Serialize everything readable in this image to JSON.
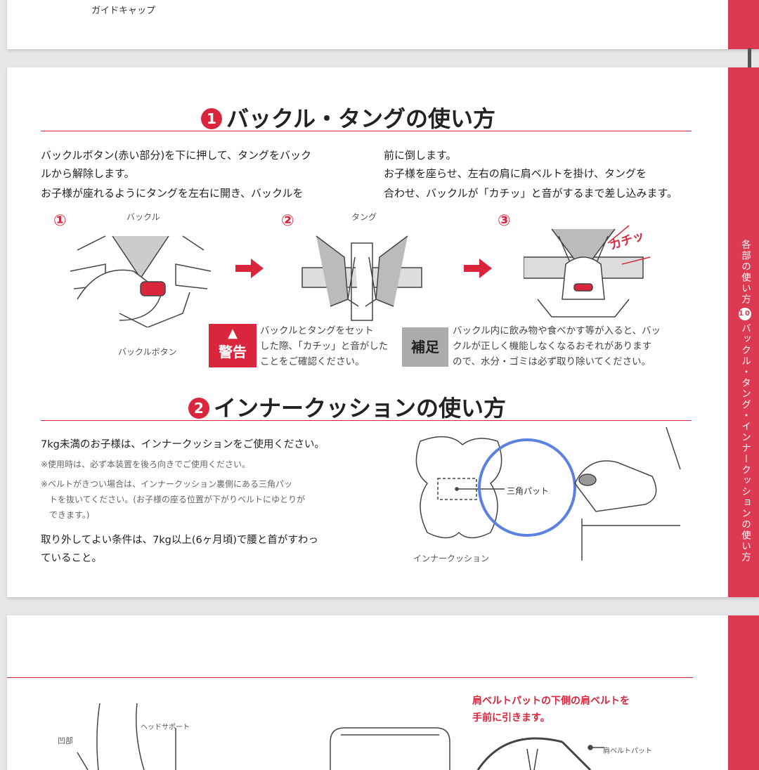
{
  "top_page": {
    "label": "ガイドキャップ"
  },
  "sidebar_tab": {
    "section": "各部の使い方",
    "chapter": "10",
    "title": "バックル・タング・インナークッションの使い方"
  },
  "section1": {
    "number": "1",
    "title": "バックル・タングの使い方",
    "left_text": [
      "バックルボタン(赤い部分)を下に押して、タングをバック",
      "ルから解除します。",
      "お子様が座れるようにタングを左右に開き、バックルを"
    ],
    "right_text": [
      "前に倒します。",
      "お子様を座らせ、左右の肩に肩ベルトを掛け、タングを",
      "合わせ、バックルが「カチッ」と音がするまで差し込みます。"
    ],
    "steps": [
      "①",
      "②",
      "③"
    ],
    "labels": {
      "buckle": "バックル",
      "tongue": "タング",
      "buckle_button": "バックルボタン",
      "click": "カチッ"
    },
    "warning": {
      "badge": "警告",
      "lines": [
        "バックルとタングをセット",
        "した際、「カチッ」と音がした",
        "ことをご確認ください。"
      ]
    },
    "supplement": {
      "badge": "補足",
      "lines": [
        "バックル内に飲み物や食べかす等が入ると、バッ",
        "クルが正しく機能しなくなるおそれがあります",
        "ので、水分・ゴミは必ず取り除いてください。"
      ]
    }
  },
  "section2": {
    "number": "2",
    "title": "インナークッションの使い方",
    "main": "7kg未満のお子様は、インナークッションをご使用ください。",
    "notes": [
      "※使用時は、必ず本装置を後ろ向きでご使用ください。",
      "※ベルトがきつい場合は、インナークッション裏側にある三角パッ",
      "　トを抜いてください。(お子様の座る位置が下がりベルトにゆとりが",
      "　できます。)"
    ],
    "condition": [
      "取り外してよい条件は、7kg以上(6ヶ月頃)で腰と首がすわっ",
      "ていること。"
    ],
    "labels": {
      "triangle_pad": "三角パット",
      "inner_cushion": "インナークッション"
    }
  },
  "section3": {
    "instruction": [
      "肩ベルトパットの下側の肩ベルトを",
      "手前に引きます。"
    ],
    "labels": {
      "head_support": "ヘッドサポート",
      "recess": "凹部",
      "shoulder_pad": "肩ベルトパット"
    }
  },
  "colors": {
    "accent": "#d9263c",
    "tab": "#dc3a52",
    "circle": "#5b82e0"
  }
}
